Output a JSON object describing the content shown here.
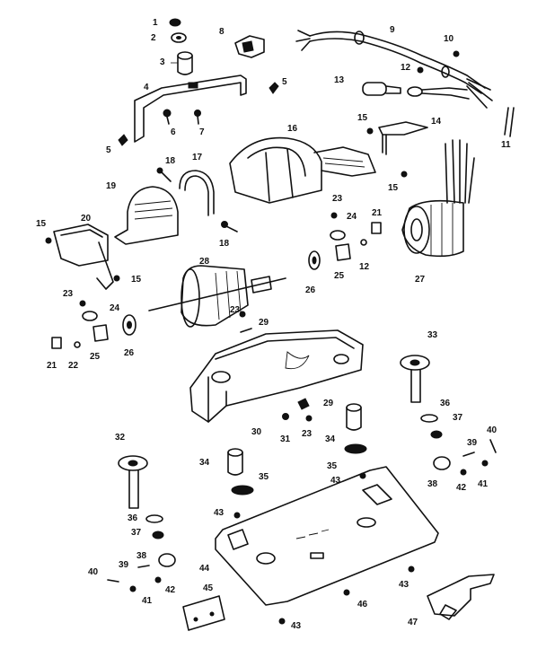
{
  "diagram": {
    "labels": [
      "1",
      "2",
      "3",
      "4",
      "5",
      "6",
      "7",
      "8",
      "9",
      "10",
      "11",
      "12",
      "13",
      "14",
      "15",
      "16",
      "17",
      "18",
      "19",
      "20",
      "21",
      "22",
      "23",
      "24",
      "25",
      "26",
      "27",
      "28",
      "29",
      "30",
      "31",
      "32",
      "33",
      "34",
      "35",
      "36",
      "37",
      "38",
      "39",
      "40",
      "41",
      "42",
      "43",
      "44",
      "45",
      "46",
      "47"
    ]
  },
  "callouts": [
    {
      "text": "1"
    },
    {
      "text": "2"
    },
    {
      "text": "3"
    },
    {
      "text": "4"
    },
    {
      "text": "5"
    },
    {
      "text": "6"
    },
    {
      "text": "7"
    },
    {
      "text": "8"
    },
    {
      "text": "9"
    },
    {
      "text": "10"
    },
    {
      "text": "12"
    },
    {
      "text": "13"
    },
    {
      "text": "5"
    },
    {
      "text": "15"
    },
    {
      "text": "14"
    },
    {
      "text": "11"
    },
    {
      "text": "16"
    },
    {
      "text": "18"
    },
    {
      "text": "17"
    },
    {
      "text": "19"
    },
    {
      "text": "15"
    },
    {
      "text": "23"
    },
    {
      "text": "24"
    },
    {
      "text": "21"
    },
    {
      "text": "12"
    },
    {
      "text": "25"
    },
    {
      "text": "18"
    },
    {
      "text": "15"
    },
    {
      "text": "20"
    },
    {
      "text": "28"
    },
    {
      "text": "15"
    },
    {
      "text": "26"
    },
    {
      "text": "27"
    },
    {
      "text": "23"
    },
    {
      "text": "24"
    },
    {
      "text": "23"
    },
    {
      "text": "29"
    },
    {
      "text": "25"
    },
    {
      "text": "26"
    },
    {
      "text": "21"
    },
    {
      "text": "22"
    },
    {
      "text": "33"
    },
    {
      "text": "30"
    },
    {
      "text": "29"
    },
    {
      "text": "31"
    },
    {
      "text": "23"
    },
    {
      "text": "36"
    },
    {
      "text": "37"
    },
    {
      "text": "34"
    },
    {
      "text": "40"
    },
    {
      "text": "39"
    },
    {
      "text": "32"
    },
    {
      "text": "34"
    },
    {
      "text": "35"
    },
    {
      "text": "35"
    },
    {
      "text": "43"
    },
    {
      "text": "38"
    },
    {
      "text": "42"
    },
    {
      "text": "41"
    },
    {
      "text": "43"
    },
    {
      "text": "36"
    },
    {
      "text": "37"
    },
    {
      "text": "38"
    },
    {
      "text": "44"
    },
    {
      "text": "39"
    },
    {
      "text": "40"
    },
    {
      "text": "42"
    },
    {
      "text": "41"
    },
    {
      "text": "45"
    },
    {
      "text": "43"
    },
    {
      "text": "46"
    },
    {
      "text": "47"
    },
    {
      "text": "43"
    }
  ]
}
